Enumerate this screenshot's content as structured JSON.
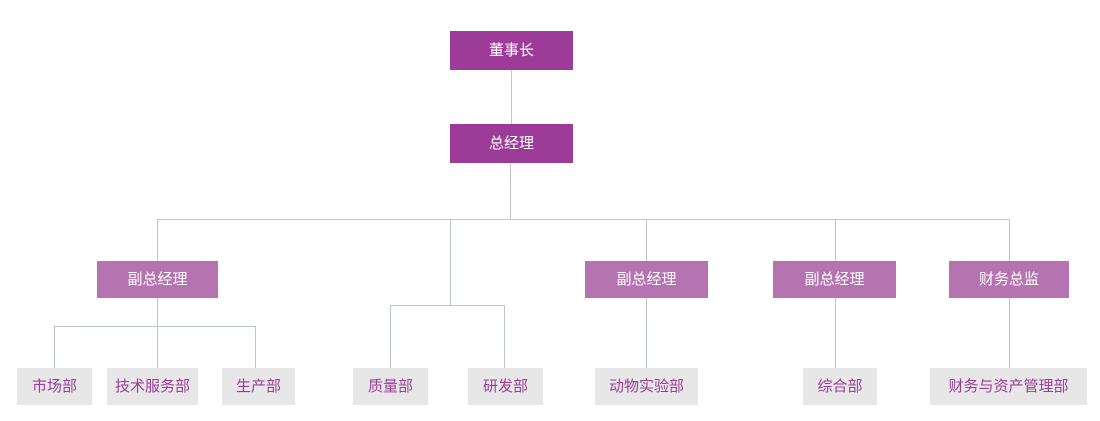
{
  "title": "company-org-chart",
  "colors": {
    "executive_box": "#9d3c98",
    "middle_box": "#b573b2",
    "department_box_bg": "#e8e7e8",
    "department_text": "#9d3c98",
    "connector_line": "#b8c7d1",
    "background": "#ffffff"
  },
  "nodes": {
    "chairman": {
      "label": "董事长",
      "level": 1
    },
    "general_manager": {
      "label": "总经理",
      "level": 2
    },
    "deputy_gm_1": {
      "label": "副总经理",
      "level": 3
    },
    "deputy_gm_2": {
      "label": "副总经理",
      "level": 3
    },
    "deputy_gm_3": {
      "label": "副总经理",
      "level": 3
    },
    "finance_director": {
      "label": "财务总监",
      "level": 3
    },
    "marketing_dept": {
      "label": "市场部",
      "level": 4
    },
    "tech_service_dept": {
      "label": "技术服务部",
      "level": 4
    },
    "production_dept": {
      "label": "生产部",
      "level": 4
    },
    "quality_dept": {
      "label": "质量部",
      "level": 4
    },
    "rd_dept": {
      "label": "研发部",
      "level": 4
    },
    "animal_lab_dept": {
      "label": "动物实验部",
      "level": 4
    },
    "general_affairs_dept": {
      "label": "综合部",
      "level": 4
    },
    "finance_asset_dept": {
      "label": "财务与资产管理部",
      "level": 4
    }
  },
  "edges": [
    {
      "from": "chairman",
      "to": "general_manager"
    },
    {
      "from": "general_manager",
      "to": "deputy_gm_1"
    },
    {
      "from": "general_manager",
      "to": "quality_dept"
    },
    {
      "from": "general_manager",
      "to": "rd_dept"
    },
    {
      "from": "general_manager",
      "to": "deputy_gm_2"
    },
    {
      "from": "general_manager",
      "to": "deputy_gm_3"
    },
    {
      "from": "general_manager",
      "to": "finance_director"
    },
    {
      "from": "deputy_gm_1",
      "to": "marketing_dept"
    },
    {
      "from": "deputy_gm_1",
      "to": "tech_service_dept"
    },
    {
      "from": "deputy_gm_1",
      "to": "production_dept"
    },
    {
      "from": "deputy_gm_2",
      "to": "animal_lab_dept"
    },
    {
      "from": "deputy_gm_3",
      "to": "general_affairs_dept"
    },
    {
      "from": "finance_director",
      "to": "finance_asset_dept"
    }
  ]
}
